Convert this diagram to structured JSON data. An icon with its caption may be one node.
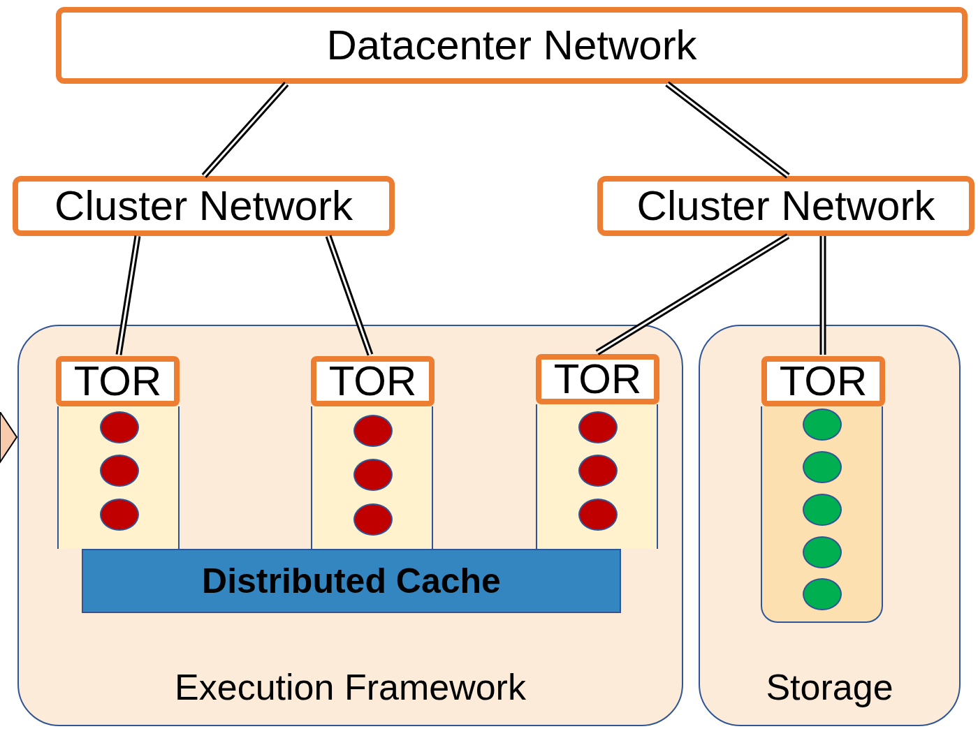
{
  "diagram": {
    "nodes": [
      {
        "text": [
          "Datacenter Network"
        ]
      },
      {
        "text": [
          "Cluster Network"
        ]
      },
      {
        "text": [
          "Cluster Network"
        ]
      },
      {
        "text": [
          "Execution Framework"
        ]
      },
      {
        "text": [],
        "shape": "box",
        "in": 3
      },
      {
        "text": [
          "TOR"
        ],
        "in": 3
      },
      {
        "text": [],
        "shape": "circle",
        "in": 4
      },
      {
        "text": [],
        "shape": "circle",
        "in": 4
      },
      {
        "text": [],
        "shape": "circle",
        "in": 4
      },
      {
        "text": [],
        "shape": "box",
        "in": 3
      },
      {
        "text": [
          "TOR"
        ],
        "in": 3
      },
      {
        "text": [],
        "shape": "circle",
        "in": 9
      },
      {
        "text": [],
        "shape": "circle",
        "in": 9
      },
      {
        "text": [],
        "shape": "circle",
        "in": 9
      },
      {
        "text": [],
        "shape": "box",
        "in": 3
      },
      {
        "text": [
          "TOR"
        ],
        "in": 3
      },
      {
        "text": [],
        "shape": "circle",
        "in": 14
      },
      {
        "text": [],
        "shape": "circle",
        "in": 14
      },
      {
        "text": [],
        "shape": "circle",
        "in": 14
      },
      {
        "text": [
          "Distributed Cache"
        ],
        "in": 3
      },
      {
        "text": [
          "Storage"
        ]
      },
      {
        "text": [],
        "shape": "box",
        "in": 20
      },
      {
        "text": [
          "TOR"
        ],
        "in": 20
      },
      {
        "text": [],
        "shape": "circle",
        "in": 21
      },
      {
        "text": [],
        "shape": "circle",
        "in": 21
      },
      {
        "text": [],
        "shape": "circle",
        "in": 21
      },
      {
        "text": [],
        "shape": "circle",
        "in": 21
      },
      {
        "text": [],
        "shape": "circle",
        "in": 21
      }
    ],
    "edges": [
      {
        "from": 0,
        "to": 1,
        "arrow": "none"
      },
      {
        "from": 0,
        "to": 2,
        "arrow": "none"
      },
      {
        "from": 1,
        "to": 5,
        "arrow": "none"
      },
      {
        "from": 1,
        "to": 10,
        "arrow": "none"
      },
      {
        "from": 2,
        "to": 15,
        "arrow": "none"
      },
      {
        "from": 2,
        "to": 22,
        "arrow": "none"
      }
    ]
  }
}
